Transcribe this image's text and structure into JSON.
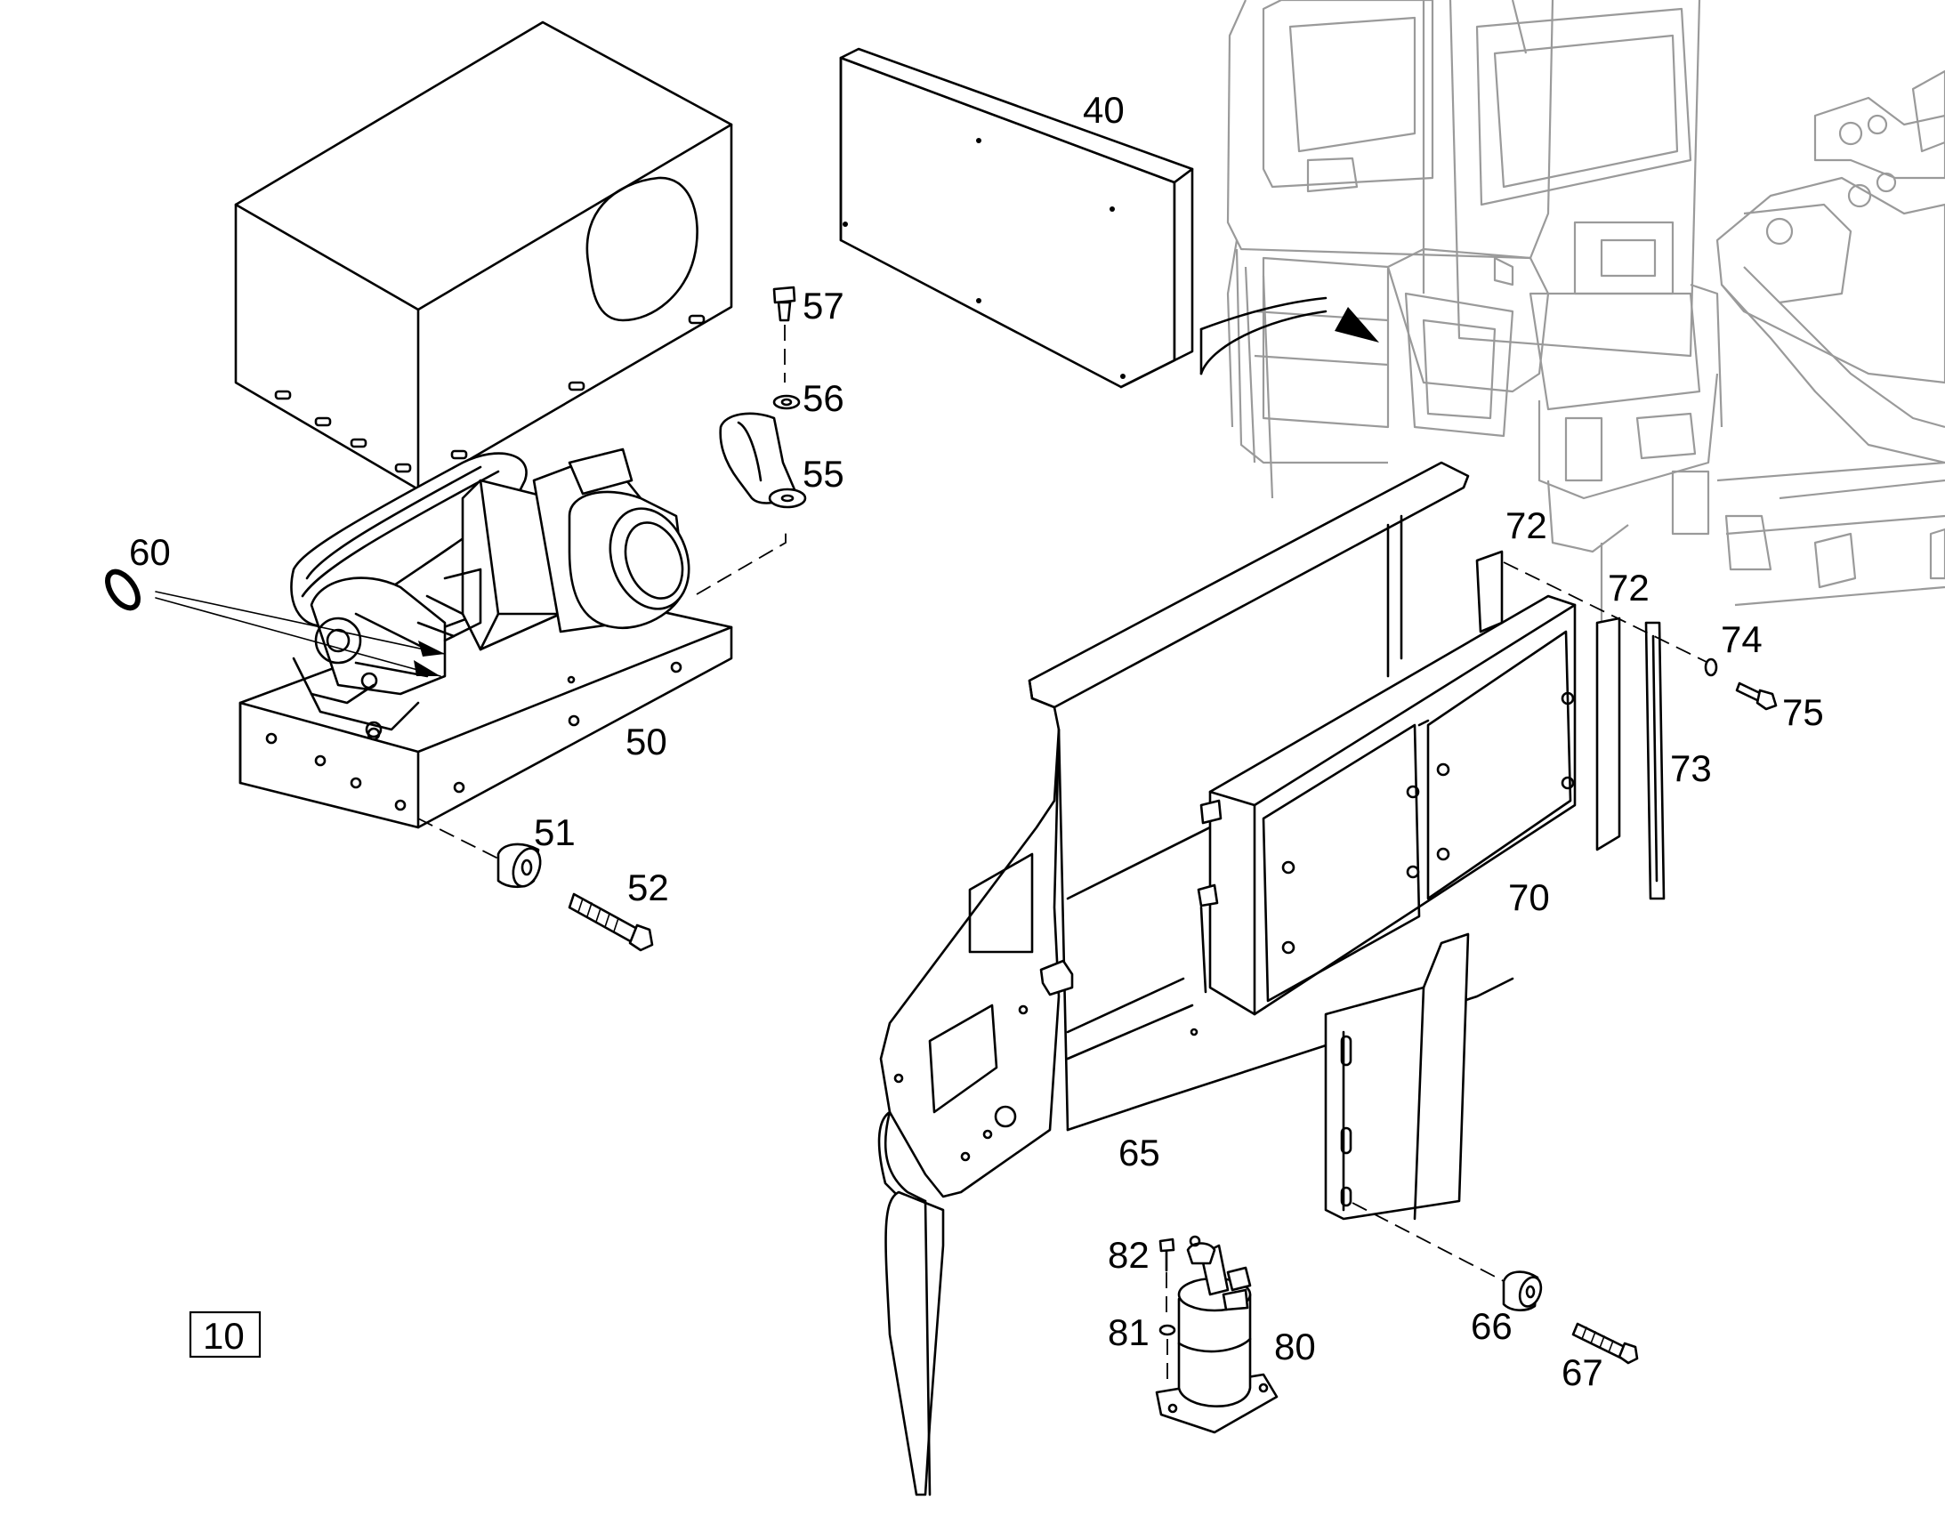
{
  "diagram": {
    "callouts": {
      "c10": "10",
      "c40": "40",
      "c50": "50",
      "c51": "51",
      "c52": "52",
      "c55": "55",
      "c56": "56",
      "c57": "57",
      "c60": "60",
      "c65": "65",
      "c66": "66",
      "c67": "67",
      "c70": "70",
      "c72a": "72",
      "c72b": "72",
      "c73": "73",
      "c74": "74",
      "c75": "75",
      "c80": "80",
      "c81": "81",
      "c82": "82"
    }
  }
}
